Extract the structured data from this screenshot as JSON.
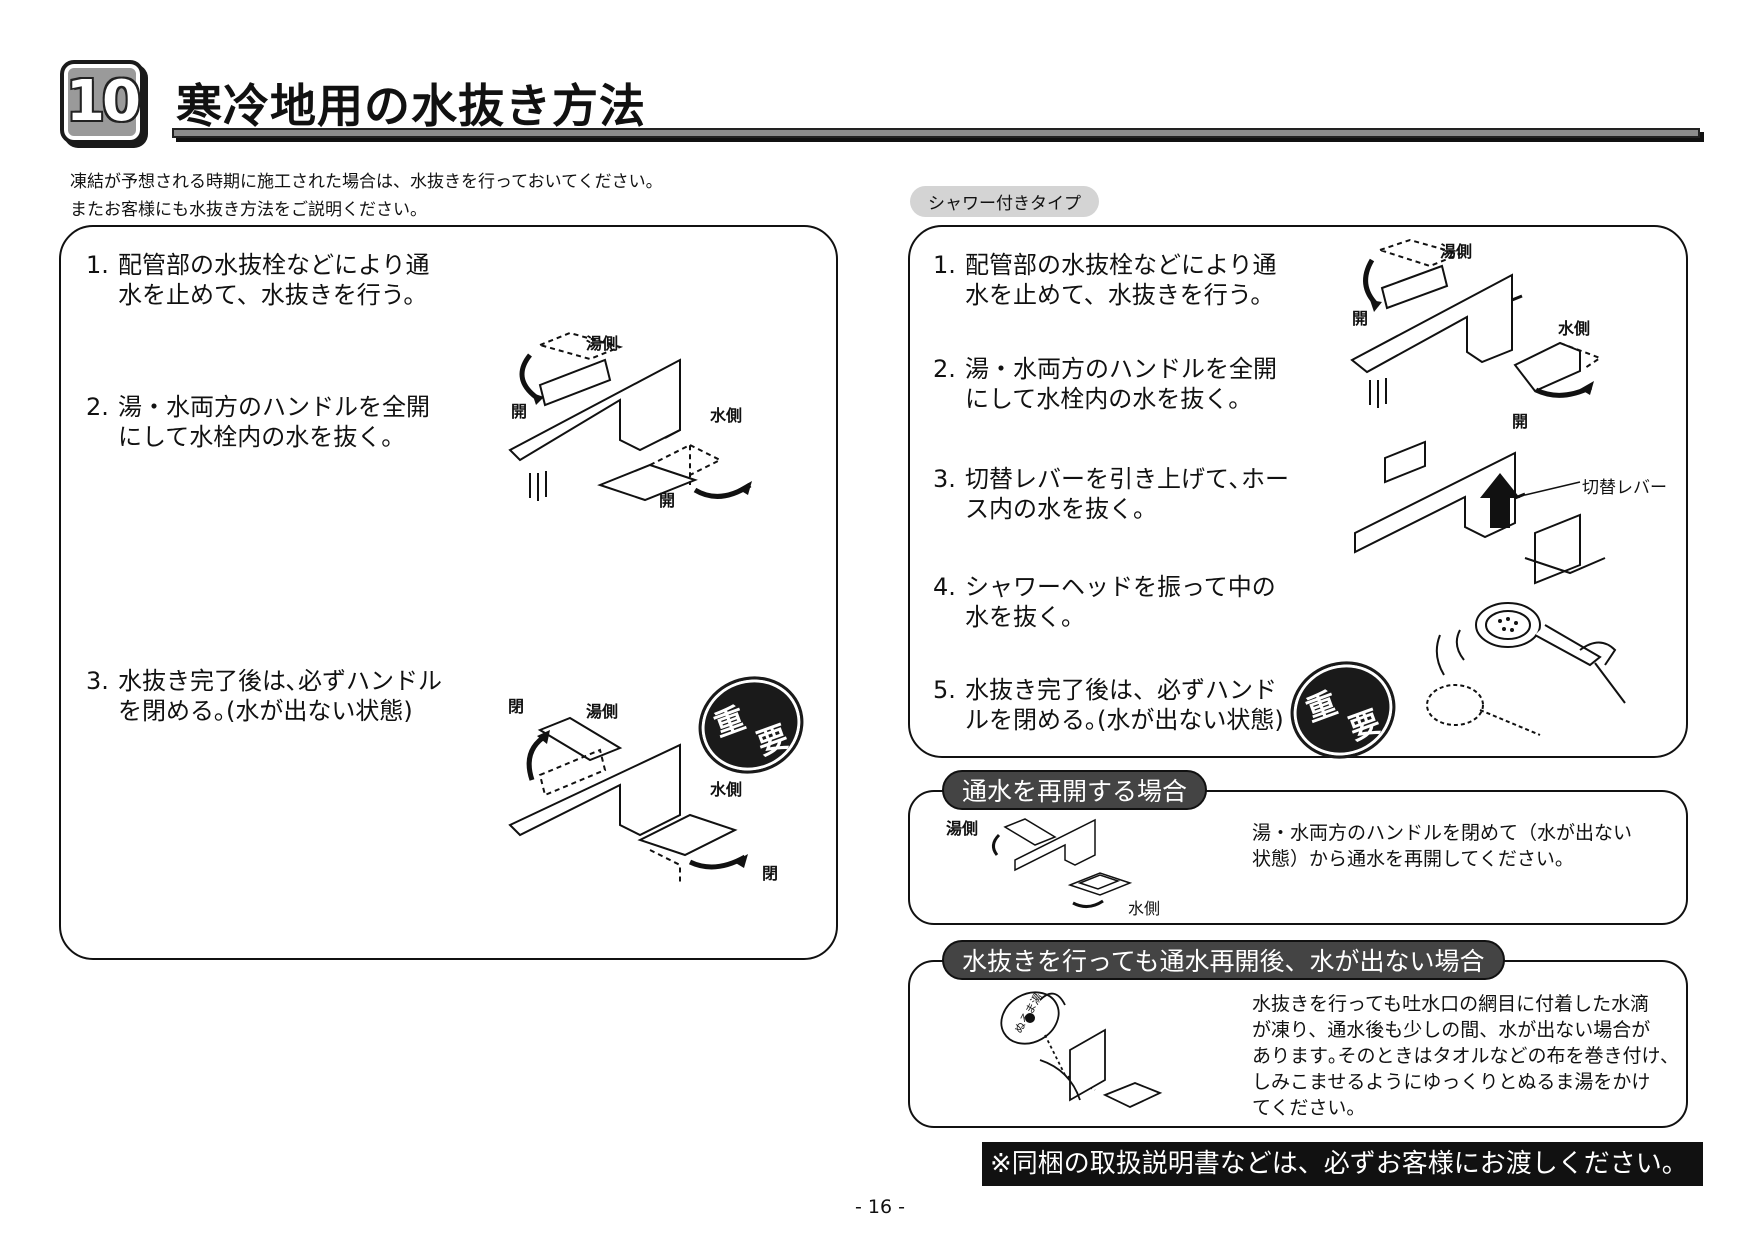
{
  "header": {
    "section_number": "10",
    "title": "寒冷地用の水抜き方法"
  },
  "intro": {
    "line1": "凍結が予想される時期に施工された場合は、水抜きを行っておいてください。",
    "line2": "またお客様にも水抜き方法をご説明ください。"
  },
  "left_box": {
    "step1": {
      "num": "1.",
      "line1": "配管部の水抜栓などにより通",
      "line2": "水を止めて、水抜きを行う。"
    },
    "step2": {
      "num": "2.",
      "line1": "湯・水両方のハンドルを全開",
      "line2": "にして水栓内の水を抜く。"
    },
    "step3": {
      "num": "3.",
      "line1": "水抜き完了後は､必ずハンドル",
      "line2": "を閉める｡(水が出ない状態)"
    },
    "fig1": {
      "hot_side": "湯側",
      "cold_side": "水側",
      "open_hot": "開",
      "open_cold": "開"
    },
    "fig2": {
      "hot_side": "湯側",
      "cold_side": "水側",
      "close_hot": "閉",
      "close_cold": "閉"
    },
    "important": {
      "char1": "重",
      "char2": "要"
    }
  },
  "right_box": {
    "type_label": "シャワー付きタイプ",
    "step1": {
      "num": "1.",
      "line1": "配管部の水抜栓などにより通",
      "line2": "水を止めて、水抜きを行う。"
    },
    "step2": {
      "num": "2.",
      "line1": "湯・水両方のハンドルを全開",
      "line2": "にして水栓内の水を抜く。"
    },
    "step3": {
      "num": "3.",
      "line1": "切替レバーを引き上げて､ホー",
      "line2": "ス内の水を抜く。"
    },
    "step4": {
      "num": "4.",
      "line1": "シャワーヘッドを振って中の",
      "line2": "水を抜く。"
    },
    "step5": {
      "num": "5.",
      "line1": "水抜き完了後は、必ずハンド",
      "line2": "ルを閉める｡(水が出ない状態)"
    },
    "fig1": {
      "hot_side": "湯側",
      "cold_side": "水側",
      "open_hot": "開",
      "open_cold": "開"
    },
    "fig2": {
      "lever": "切替レバー"
    },
    "important": {
      "char1": "重",
      "char2": "要"
    }
  },
  "resume_box": {
    "heading": "通水を再開する場合",
    "hot_side": "湯側",
    "cold_side": "水側",
    "text_line1": "湯・水両方のハンドルを閉めて（水が出ない",
    "text_line2": "状態）から通水を再開してください。"
  },
  "no_water_box": {
    "heading": "水抜きを行っても通水再開後、水が出ない場合",
    "kettle_label": "ぬるま湯",
    "text_line1": "水抜きを行っても吐水口の網目に付着した水滴",
    "text_line2": "が凍り、通水後も少しの間、水が出ない場合が",
    "text_line3": "あります｡そのときはタオルなどの布を巻き付け､",
    "text_line4": "しみこませるようにゆっくりとぬるま湯をかけ",
    "text_line5": "てください。"
  },
  "footer": {
    "notice": "※同梱の取扱説明書などは、必ずお客様にお渡しください。",
    "page_number": "- 16 -"
  }
}
